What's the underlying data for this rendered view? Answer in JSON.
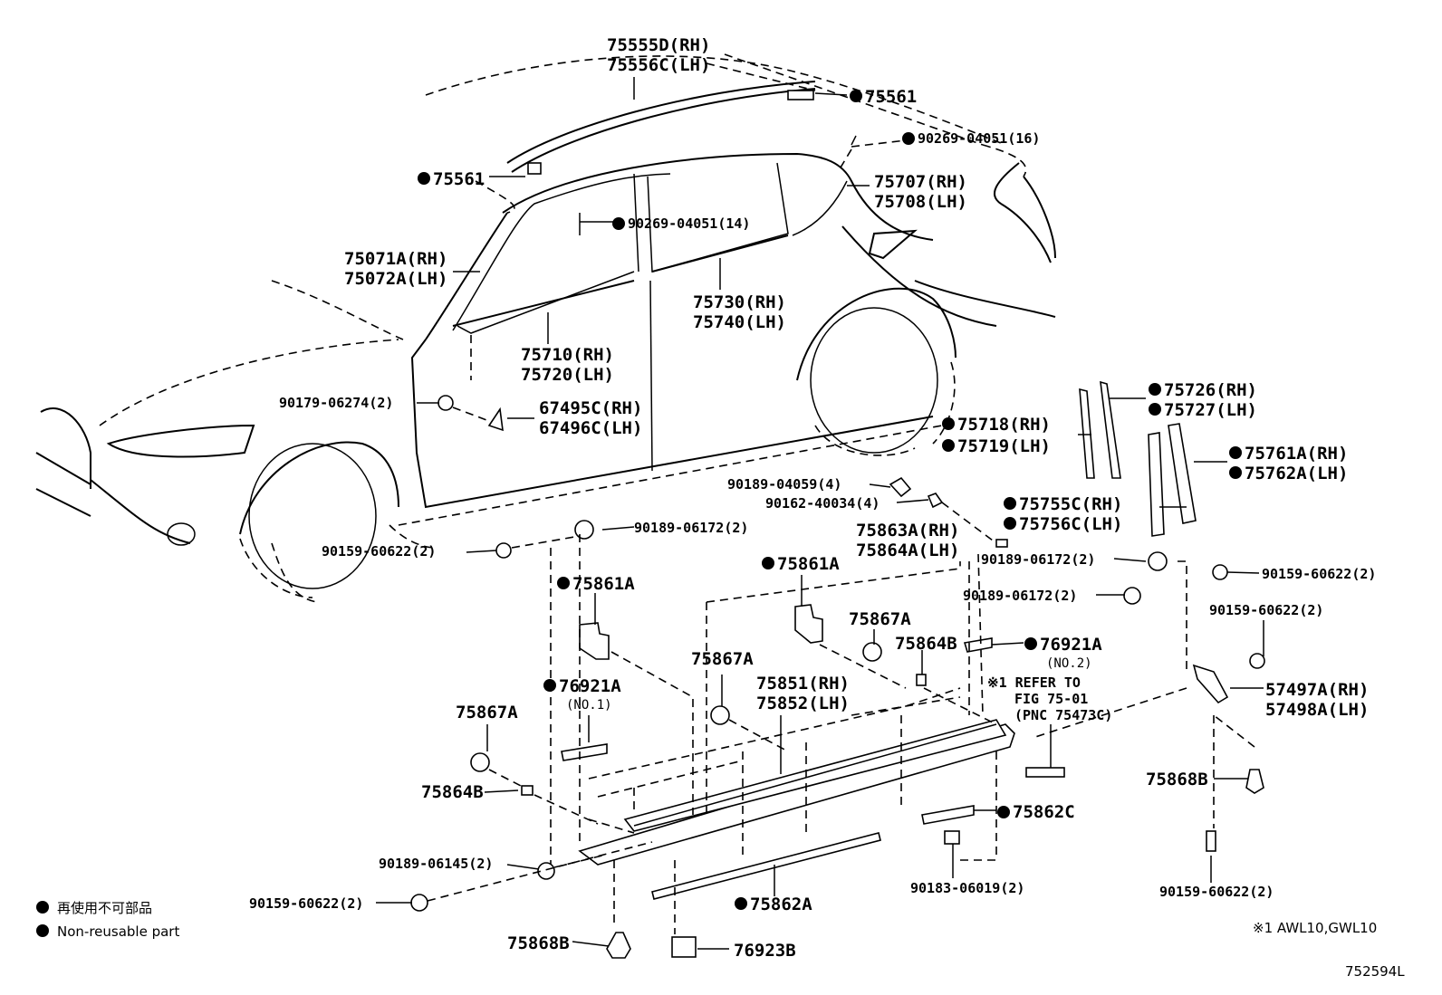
{
  "diagram_id": "752594L",
  "footnote": "※1 AWL10,GWL10",
  "legend": {
    "jp": "再使用不可部品",
    "en": "Non-reusable part"
  },
  "parts": {
    "p75555D": "75555D(RH)",
    "p75556C": "75556C(LH)",
    "p75561a": "75561",
    "p75561b": "75561",
    "p90269_16": "90269-04051(16)",
    "p90269_14": "90269-04051(14)",
    "p75707": "75707(RH)",
    "p75708": "75708(LH)",
    "p75071": "75071A(RH)",
    "p75072": "75072A(LH)",
    "p75730": "75730(RH)",
    "p75740": "75740(LH)",
    "p75710": "75710(RH)",
    "p75720": "75720(LH)",
    "p90179": "90179-06274(2)",
    "p67495": "67495C(RH)",
    "p67496": "67496C(LH)",
    "p75726": "75726(RH)",
    "p75727": "75727(LH)",
    "p75718": "75718(RH)",
    "p75719": "75719(LH)",
    "p75761": "75761A(RH)",
    "p75762": "75762A(LH)",
    "p75755": "75755C(RH)",
    "p75756": "75756C(LH)",
    "p90189_04059": "90189-04059(4)",
    "p90162": "90162-40034(4)",
    "p75863": "75863A(RH)",
    "p75864A": "75864A(LH)",
    "p90189_06172a": "90189-06172(2)",
    "p90189_06172b": "90189-06172(2)",
    "p90189_06172c": "90189-06172(2)",
    "p90159a": "90159-60622(2)",
    "p90159b": "90159-60622(2)",
    "p90159c": "90159-60622(2)",
    "p90159d": "90159-60622(2)",
    "p90159e": "90159-60622(2)",
    "p75861a": "75861A",
    "p75861b": "75861A",
    "p75867a": "75867A",
    "p75867b": "75867A",
    "p75867c": "75867A",
    "p75864Ba": "75864B",
    "p75864Bb": "75864B",
    "p76921a": "76921A",
    "p76921a_no": "(NO.1)",
    "p76921b": "76921A",
    "p76921b_no": "(NO.2)",
    "refer1": "※1 REFER TO",
    "refer2": "FIG 75-01",
    "refer3": "(PNC 75473C)",
    "p75851": "75851(RH)",
    "p75852": "75852(LH)",
    "p57497": "57497A(RH)",
    "p57498": "57498A(LH)",
    "p75868a": "75868B",
    "p75868b": "75868B",
    "p75862C": "75862C",
    "p75862A": "75862A",
    "p90189_06145": "90189-06145(2)",
    "p90183": "90183-06019(2)",
    "p76923": "76923B"
  }
}
